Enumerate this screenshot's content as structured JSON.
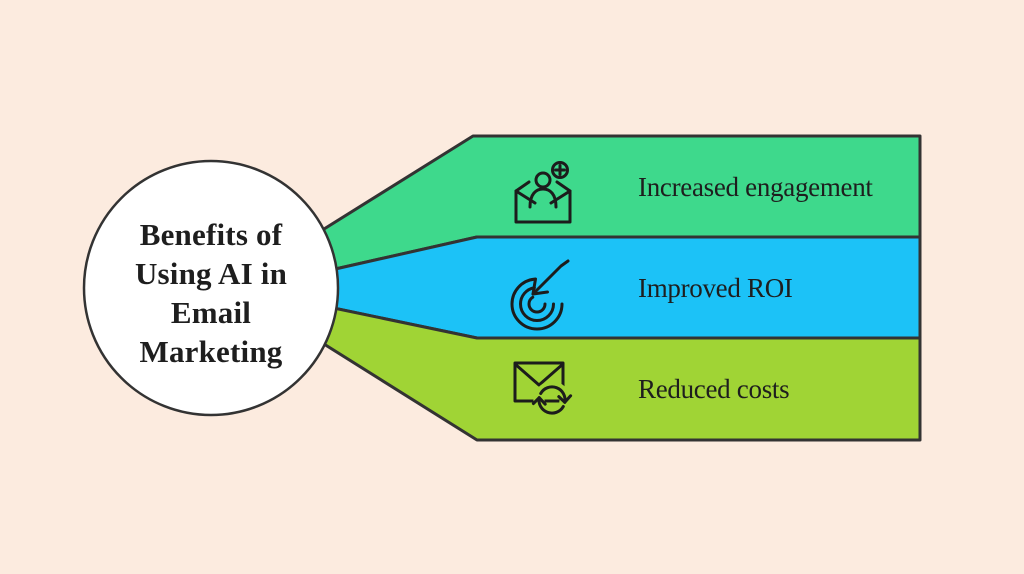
{
  "title": {
    "lines": [
      "Benefits of",
      "Using AI in",
      "Email",
      "Marketing"
    ]
  },
  "benefits": [
    {
      "label": "Increased engagement",
      "icon": "email-user-add-icon",
      "color": "#3ed98c"
    },
    {
      "label": "Improved ROI",
      "icon": "target-arrow-icon",
      "color": "#1cc2f7"
    },
    {
      "label": "Reduced costs",
      "icon": "email-sync-icon",
      "color": "#a0d435"
    }
  ],
  "colors": {
    "background": "#fcebdf",
    "hub_fill": "#ffffff",
    "outline": "#333333",
    "text": "#1e1e1e"
  }
}
